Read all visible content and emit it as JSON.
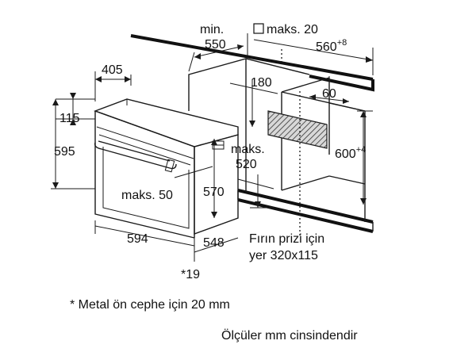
{
  "labels": {
    "min": "min.",
    "d550": "550",
    "maks20": "maks. 20",
    "d560": "560",
    "d560_sup": "+8",
    "d405": "405",
    "d180": "180",
    "d60": "60",
    "d115": "115",
    "d595": "595",
    "maks_a": "maks.",
    "d520": "520",
    "d600": "600",
    "d600_sup": "+4",
    "maks50": "maks. 50",
    "d570": "570",
    "d594": "594",
    "d548": "548",
    "star19": "*19",
    "socket1": "Fırın prizi için",
    "socket2": "yer 320x115"
  },
  "footnote": "* Metal ön cephe için 20 mm",
  "units_note": "Ölçüler mm cinsindendir"
}
